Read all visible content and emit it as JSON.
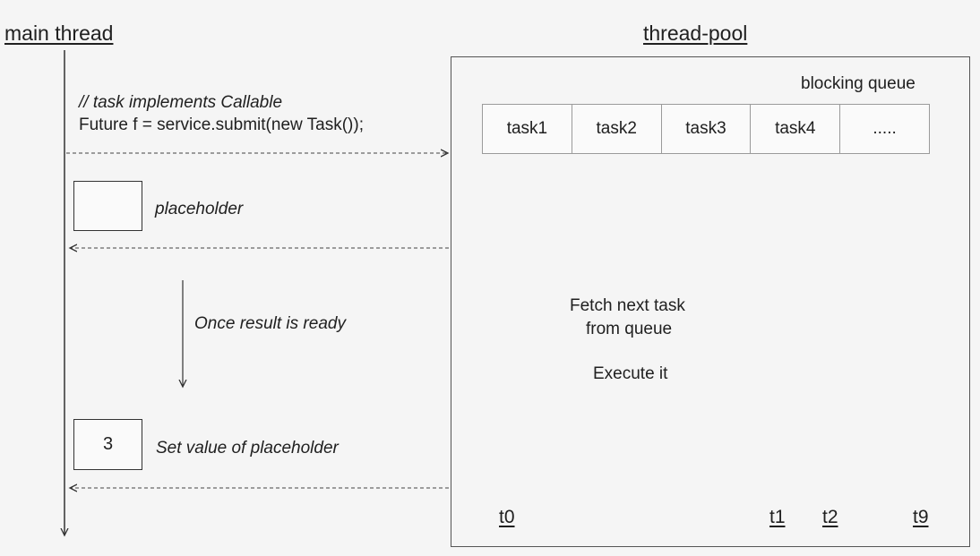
{
  "main_thread_title": "main thread",
  "thread_pool_title": "thread-pool",
  "blocking_queue_label": "blocking queue",
  "queue_items": [
    "task1",
    "task2",
    "task3",
    "task4",
    "....."
  ],
  "code_comment": "// task implements Callable",
  "code_line": "Future f =  service.submit(new Task());",
  "placeholder_label": "placeholder",
  "result_ready_label": "Once result is ready",
  "result_value": "3",
  "set_value_label": "Set value of placeholder",
  "loop_text_line1": "Fetch next task",
  "loop_text_line2": "from queue",
  "loop_text_line3": "Execute it",
  "thread_labels": [
    "t0",
    "t1",
    "t2",
    "t9"
  ]
}
